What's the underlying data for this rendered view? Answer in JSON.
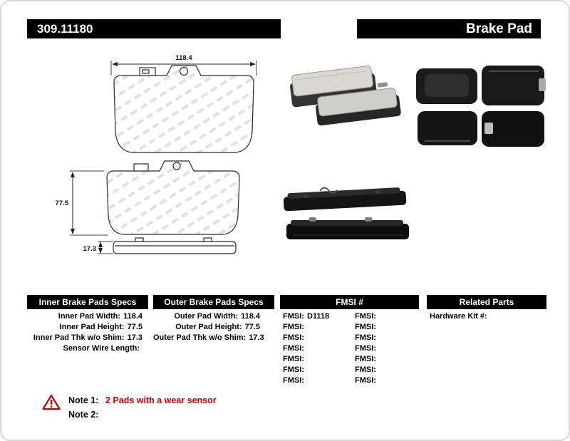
{
  "header": {
    "part_number": "309.11180",
    "title": "Brake Pad"
  },
  "diagram": {
    "dim_width": "118.4",
    "dim_height": "77.5",
    "dim_thickness": "17.3"
  },
  "specs": {
    "inner": {
      "title": "Inner Brake Pads Specs",
      "rows": [
        {
          "label": "Inner Pad Width:",
          "value": "118.4"
        },
        {
          "label": "Inner Pad Height:",
          "value": "77.5"
        },
        {
          "label": "Inner Pad Thk w/o Shim:",
          "value": "17.3"
        },
        {
          "label": "Sensor Wire Length:",
          "value": ""
        }
      ]
    },
    "outer": {
      "title": "Outer Brake Pads Specs",
      "rows": [
        {
          "label": "Outer Pad Width:",
          "value": "118.4"
        },
        {
          "label": "Outer Pad Height:",
          "value": "77.5"
        },
        {
          "label": "Outer Pad Thk w/o Shim:",
          "value": "17.3"
        }
      ]
    },
    "fmsi": {
      "title": "FMSI #",
      "col1": [
        {
          "label": "FMSI:",
          "value": "D1118"
        },
        {
          "label": "FMSI:",
          "value": ""
        },
        {
          "label": "FMSI:",
          "value": ""
        },
        {
          "label": "FMSI:",
          "value": ""
        },
        {
          "label": "FMSI:",
          "value": ""
        },
        {
          "label": "FMSI:",
          "value": ""
        },
        {
          "label": "FMSI:",
          "value": ""
        }
      ],
      "col2": [
        {
          "label": "FMSI:",
          "value": ""
        },
        {
          "label": "FMSI:",
          "value": ""
        },
        {
          "label": "FMSI:",
          "value": ""
        },
        {
          "label": "FMSI:",
          "value": ""
        },
        {
          "label": "FMSI:",
          "value": ""
        },
        {
          "label": "FMSI:",
          "value": ""
        },
        {
          "label": "FMSI:",
          "value": ""
        }
      ]
    },
    "related": {
      "title": "Related Parts",
      "rows": [
        {
          "label": "Hardware Kit #:",
          "value": ""
        }
      ]
    }
  },
  "notes": {
    "note1_label": "Note 1:",
    "note1_text": "2 Pads with a wear sensor",
    "note2_label": "Note 2:",
    "note2_text": ""
  }
}
